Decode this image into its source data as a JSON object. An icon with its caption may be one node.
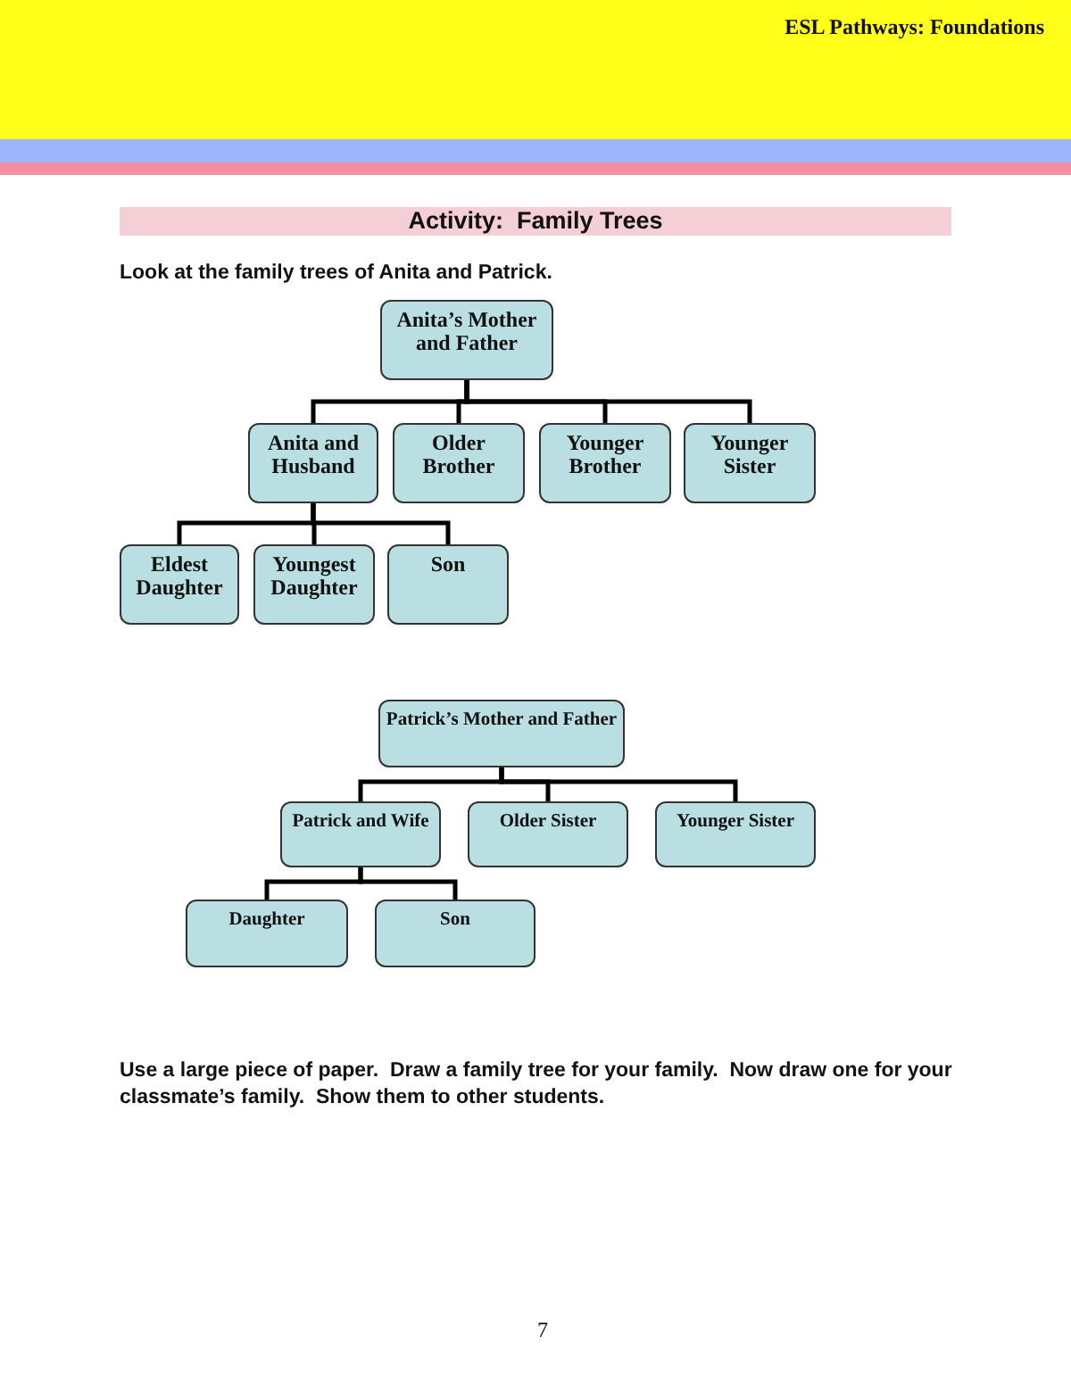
{
  "diagram": {
    "title": "Activity:  Family Trees",
    "nodes": [
      {
        "text": [
          "Anita’s Mother and Father"
        ]
      },
      {
        "text": [
          "Anita and Husband"
        ]
      },
      {
        "text": [
          "Older Brother"
        ]
      },
      {
        "text": [
          "Younger Brother"
        ]
      },
      {
        "text": [
          "Younger Sister"
        ]
      },
      {
        "text": [
          "Eldest Daughter"
        ]
      },
      {
        "text": [
          "Youngest Daughter"
        ]
      },
      {
        "text": [
          "Son"
        ]
      },
      {
        "text": [
          "Patrick’s Mother and Father"
        ]
      },
      {
        "text": [
          "Patrick and Wife"
        ]
      },
      {
        "text": [
          "Older Sister"
        ]
      },
      {
        "text": [
          "Younger Sister"
        ]
      },
      {
        "text": [
          "Daughter"
        ]
      },
      {
        "text": [
          "Son"
        ]
      }
    ],
    "edges": [
      {
        "from": 0,
        "to": 1,
        "arrow": "none"
      },
      {
        "from": 0,
        "to": 2,
        "arrow": "none"
      },
      {
        "from": 0,
        "to": 3,
        "arrow": "none"
      },
      {
        "from": 0,
        "to": 4,
        "arrow": "none"
      },
      {
        "from": 1,
        "to": 5,
        "arrow": "none"
      },
      {
        "from": 1,
        "to": 6,
        "arrow": "none"
      },
      {
        "from": 1,
        "to": 7,
        "arrow": "none"
      },
      {
        "from": 8,
        "to": 9,
        "arrow": "none"
      },
      {
        "from": 8,
        "to": 10,
        "arrow": "none"
      },
      {
        "from": 8,
        "to": 11,
        "arrow": "none"
      },
      {
        "from": 9,
        "to": 12,
        "arrow": "none"
      },
      {
        "from": 9,
        "to": 13,
        "arrow": "none"
      }
    ],
    "labels": [
      "ESL Pathways: Foundations",
      "Look at the family trees of Anita and Patrick.",
      "Use a large piece of paper.  Draw a family tree for your family.  Now draw one for your classmate’s family.  Show them to other students.",
      "7"
    ]
  }
}
